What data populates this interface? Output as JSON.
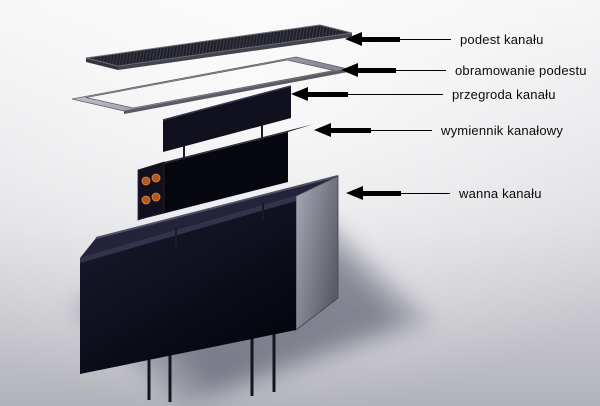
{
  "diagram": {
    "type": "exploded-view",
    "language": "pl",
    "callouts": [
      {
        "label": "podest kanału",
        "target": "grating-panel"
      },
      {
        "label": "obramowanie podestu",
        "target": "grating-frame"
      },
      {
        "label": "przegroda kanału",
        "target": "partition-plate"
      },
      {
        "label": "wymiennik kanałowy",
        "target": "duct-heat-exchanger"
      },
      {
        "label": "wanna kanału",
        "target": "channel-tub"
      }
    ],
    "colors": {
      "arrow": "#000000",
      "label_text": "#0a0a0a",
      "component_body": "#0c0c1c",
      "frame_metal": "#a8a8b2",
      "tube_ends": "#b4581e",
      "background_top": "#f4f4f6",
      "background_bottom": "#b2b2ba"
    }
  }
}
